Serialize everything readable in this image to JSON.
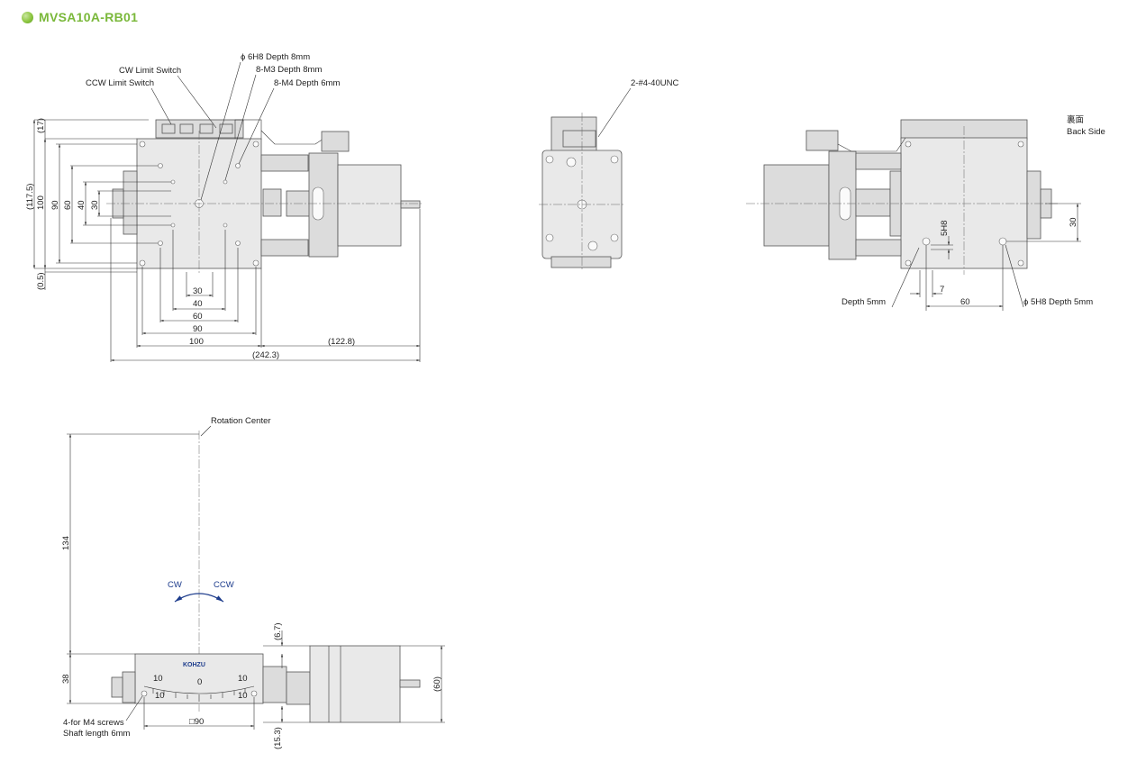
{
  "title": {
    "text": "MVSA10A-RB01",
    "color": "#8cc63f"
  },
  "front_view": {
    "callouts": {
      "hole_6h8": "ϕ 6H8 Depth 8mm",
      "m3": "8-M3 Depth 8mm",
      "cw_limit": "CW Limit Switch",
      "m4": "8-M4 Depth 6mm",
      "ccw_limit": "CCW Limit Switch"
    },
    "vertical_dims": {
      "d17": "(17)",
      "d117_5": "(117.5)",
      "d100": "100",
      "d90": "90",
      "d60": "60",
      "d40": "40",
      "d30": "30",
      "d0_5": "(0.5)"
    },
    "horizontal_dims": {
      "d30": "30",
      "d40": "40",
      "d60": "60",
      "d90": "90",
      "d100": "100",
      "d122_8": "(122.8)",
      "d242_3": "(242.3)"
    }
  },
  "side_view": {
    "connector": "2-#4-40UNC"
  },
  "back_view": {
    "label_jp": "裏面",
    "label_en": "Back Side",
    "dims": {
      "d30": "30",
      "d5h8": "5H8",
      "d7": "7",
      "d60": "60"
    },
    "callouts": {
      "depth5": "Depth 5mm",
      "hole_5h8": "ϕ 5H8 Depth 5mm"
    }
  },
  "bottom_view": {
    "rotation_center": "Rotation Center",
    "cw": "CW",
    "ccw": "CCW",
    "dims": {
      "d134": "134",
      "d38": "38",
      "d6_7": "(6.7)",
      "d60": "(60)",
      "d15_3": "(15.3)",
      "sq90": "□90"
    },
    "brand": "KOHZU",
    "scale": {
      "left_top": "10",
      "right_top": "10",
      "left_bottom": "10",
      "right_bottom": "10",
      "center": "0"
    },
    "screws_note": {
      "line1": "4-for M4 screws",
      "line2": "Shaft length 6mm"
    },
    "accent_color": "#1d3c8c"
  }
}
